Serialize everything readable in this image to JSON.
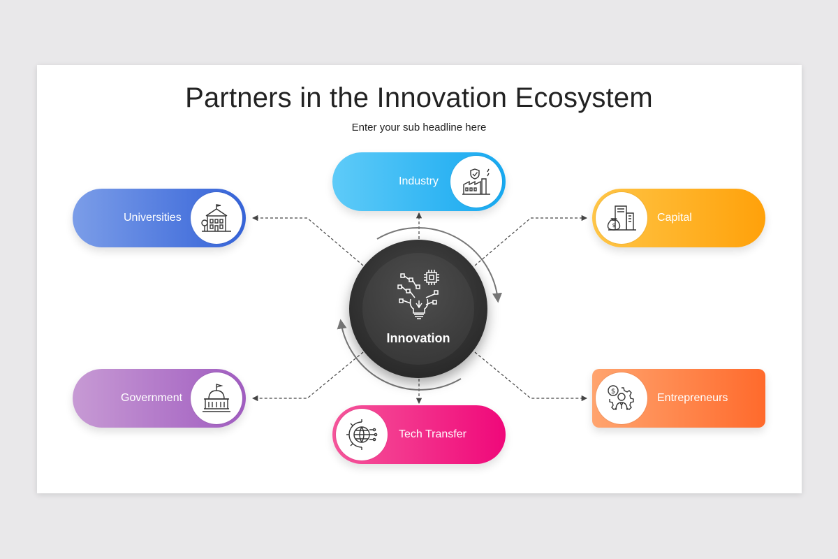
{
  "title": "Partners in the Innovation Ecosystem",
  "subtitle": "Enter your sub headline here",
  "center": {
    "label": "Innovation",
    "icon": "lightbulb-circuit-icon"
  },
  "nodes": [
    {
      "id": "industry",
      "label": "Industry",
      "icon": "factory-shield-icon",
      "colors": [
        "#5ecbf8",
        "#16a8f0"
      ]
    },
    {
      "id": "universities",
      "label": "Universities",
      "icon": "university-building-icon",
      "colors": [
        "#7b9de8",
        "#3563d8"
      ]
    },
    {
      "id": "capital",
      "label": "Capital",
      "icon": "money-bag-buildings-icon",
      "colors": [
        "#ffc546",
        "#ffa10a"
      ]
    },
    {
      "id": "government",
      "label": "Government",
      "icon": "government-building-icon",
      "colors": [
        "#c79ad4",
        "#a05cc0"
      ]
    },
    {
      "id": "tech-transfer",
      "label": "Tech Transfer",
      "icon": "gear-globe-circuit-icon",
      "colors": [
        "#f5559a",
        "#f0087a"
      ]
    },
    {
      "id": "entrepreneurs",
      "label": "Entrepreneurs",
      "icon": "person-gear-dollar-icon",
      "colors": [
        "#ffa46e",
        "#ff6a2c"
      ]
    }
  ]
}
